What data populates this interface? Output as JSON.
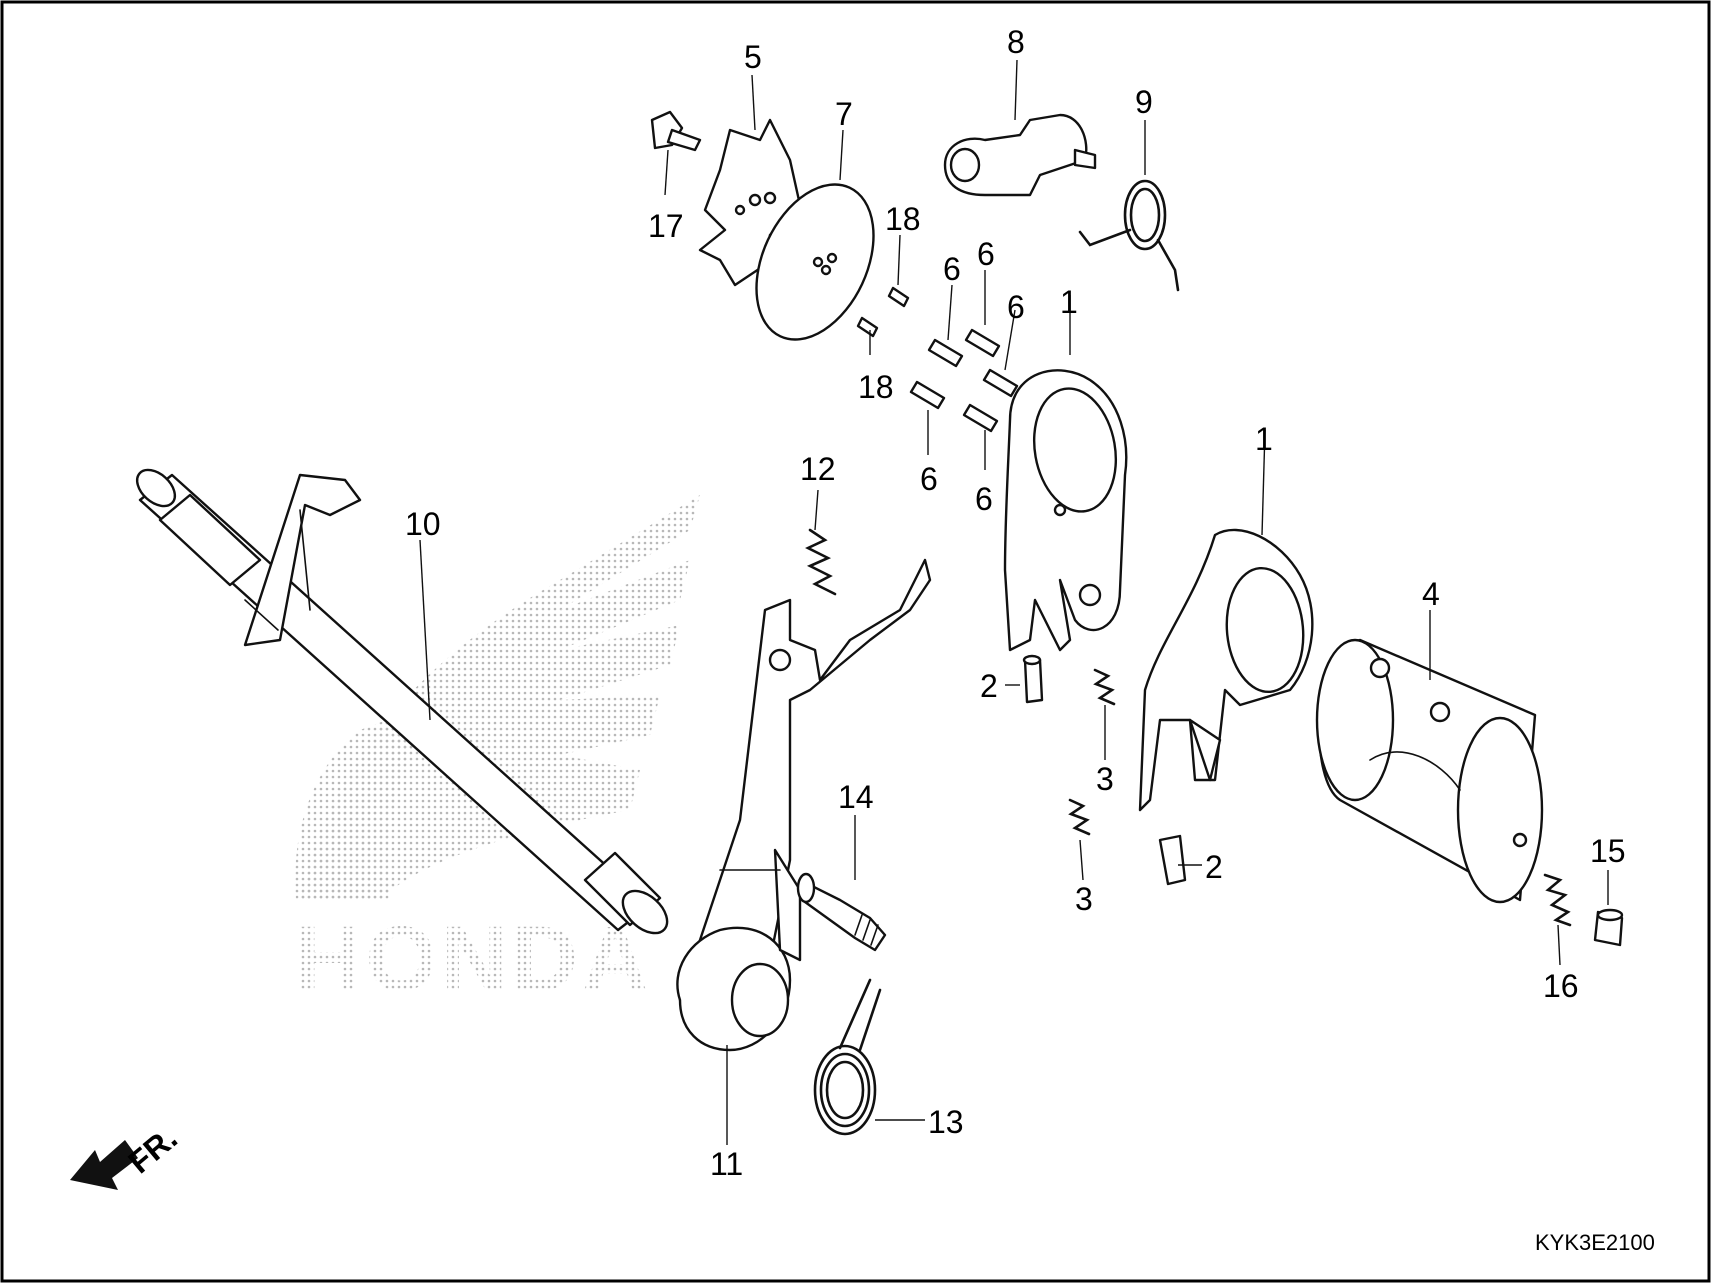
{
  "diagram": {
    "drawing_code": "KYK3E2100",
    "direction_label": "FR.",
    "watermark_text": "HONDA",
    "callouts": {
      "c1a": "1",
      "c1b": "1",
      "c2a": "2",
      "c2b": "2",
      "c3a": "3",
      "c3b": "3",
      "c4": "4",
      "c5": "5",
      "c6a": "6",
      "c6b": "6",
      "c6c": "6",
      "c6d": "6",
      "c6e": "6",
      "c7": "7",
      "c8": "8",
      "c9": "9",
      "c10": "10",
      "c11": "11",
      "c12": "12",
      "c13": "13",
      "c14": "14",
      "c15": "15",
      "c16": "16",
      "c17": "17",
      "c18a": "18",
      "c18b": "18"
    }
  }
}
